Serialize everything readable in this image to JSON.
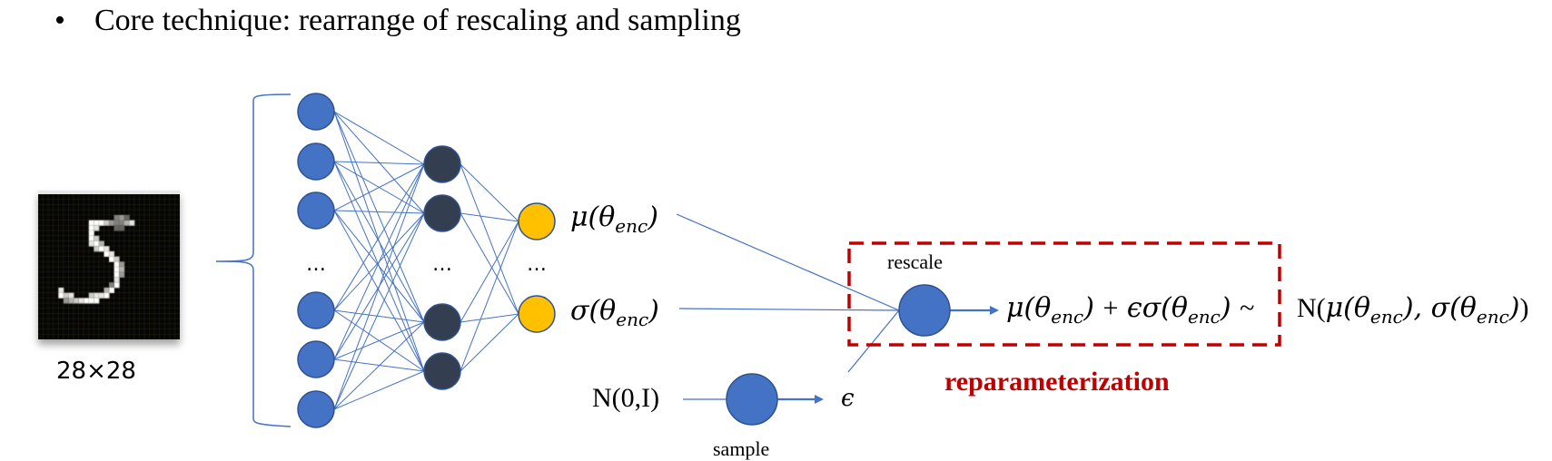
{
  "slide": {
    "bullet": "•",
    "heading": "Core technique: rearrange of rescaling and sampling"
  },
  "input_image": {
    "caption": "28×28",
    "digit": "5",
    "grid_size": 28
  },
  "network": {
    "ellipsis": "…",
    "layers": [
      {
        "name": "input",
        "visible_nodes": 6,
        "color": "#4472c4"
      },
      {
        "name": "hidden",
        "visible_nodes": 4,
        "color": "#333f50"
      },
      {
        "name": "latent-params",
        "visible_nodes": 2,
        "color": "#ffc000"
      }
    ],
    "edge_color": "#4472c4"
  },
  "outputs": {
    "mu_label": "μ(θ_enc)",
    "sigma_label": "σ(θ_enc)"
  },
  "sampling": {
    "source_label": "N(0,I)",
    "node_label": "sample",
    "epsilon_label": "ϵ"
  },
  "rescale": {
    "node_label": "rescale",
    "expression": "μ(θ_enc) + ϵσ(θ_enc)",
    "tilde": "~",
    "distribution": "N(μ(θ_enc), σ(θ_enc))"
  },
  "reparameterization": {
    "label": "reparameterization",
    "color": "#c00000"
  }
}
